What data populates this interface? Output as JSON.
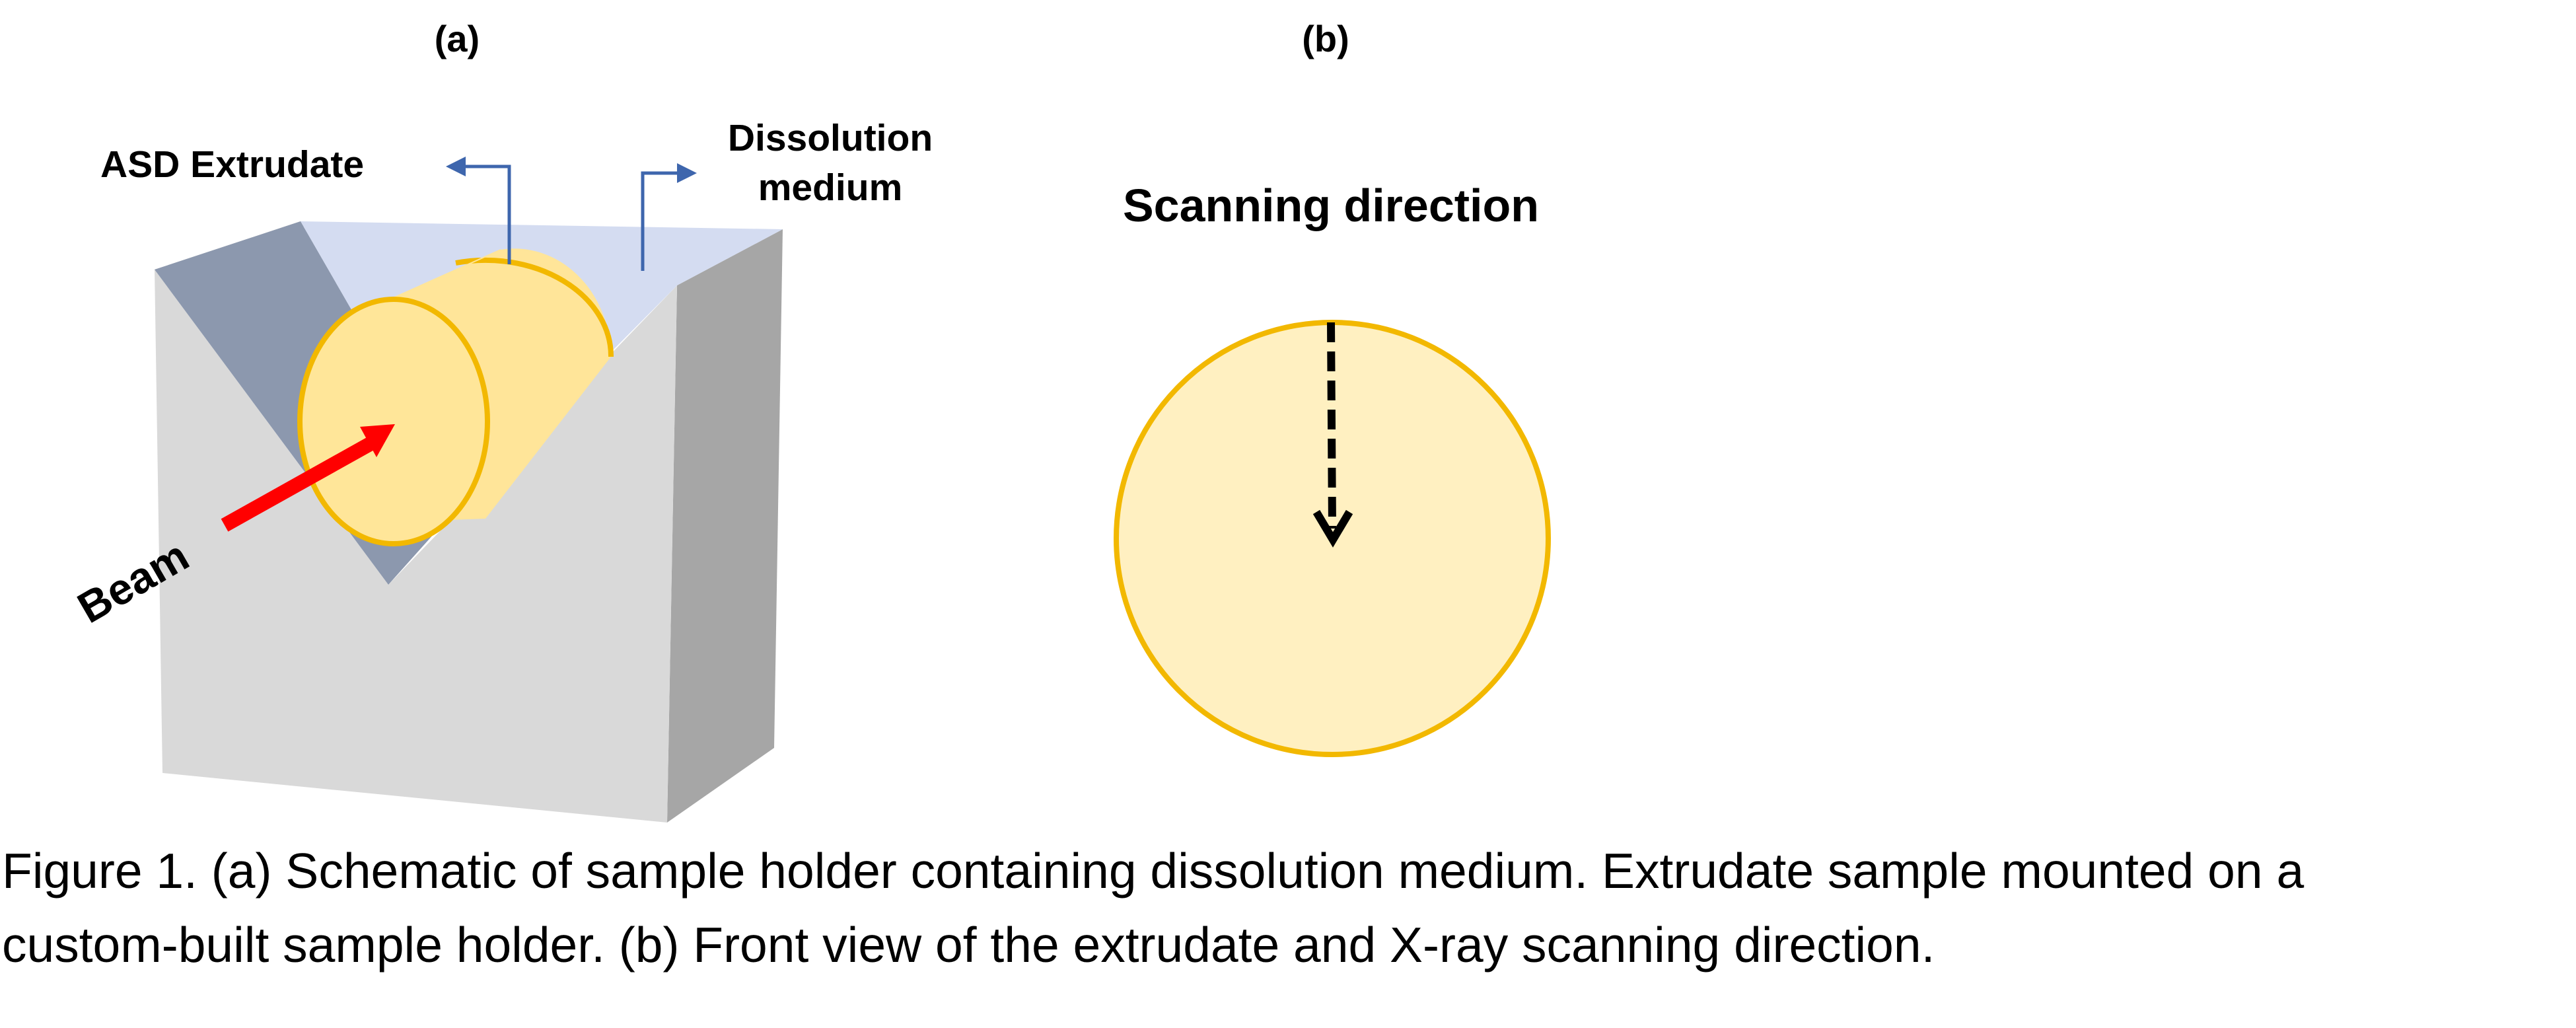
{
  "panel_a": {
    "label": "(a)",
    "extrudate_label": "ASD Extrudate",
    "medium_label_line1": "Dissolution",
    "medium_label_line2": "medium",
    "beam_label": "Beam"
  },
  "panel_b": {
    "label": "(b)",
    "scan_label": "Scanning direction"
  },
  "caption": {
    "line1": "Figure 1. (a) Schematic of sample holder containing dissolution medium. Extrudate sample mounted on a",
    "line2": "custom-built sample holder. (b) Front view of the extrudate and X-ray scanning direction."
  },
  "colors": {
    "block_front": "#d9d9d9",
    "block_side": "#a6a6a6",
    "groove_shadow": "#8c98ae",
    "medium": "#d4dcf1",
    "extrudate_fill": "#ffe599",
    "extrudate_face": "#ffe699",
    "extrudate_outline": "#f2b800",
    "front_view_fill": "#fff0c1",
    "leader_line": "#3e66ad",
    "beam": "#ff0000"
  }
}
